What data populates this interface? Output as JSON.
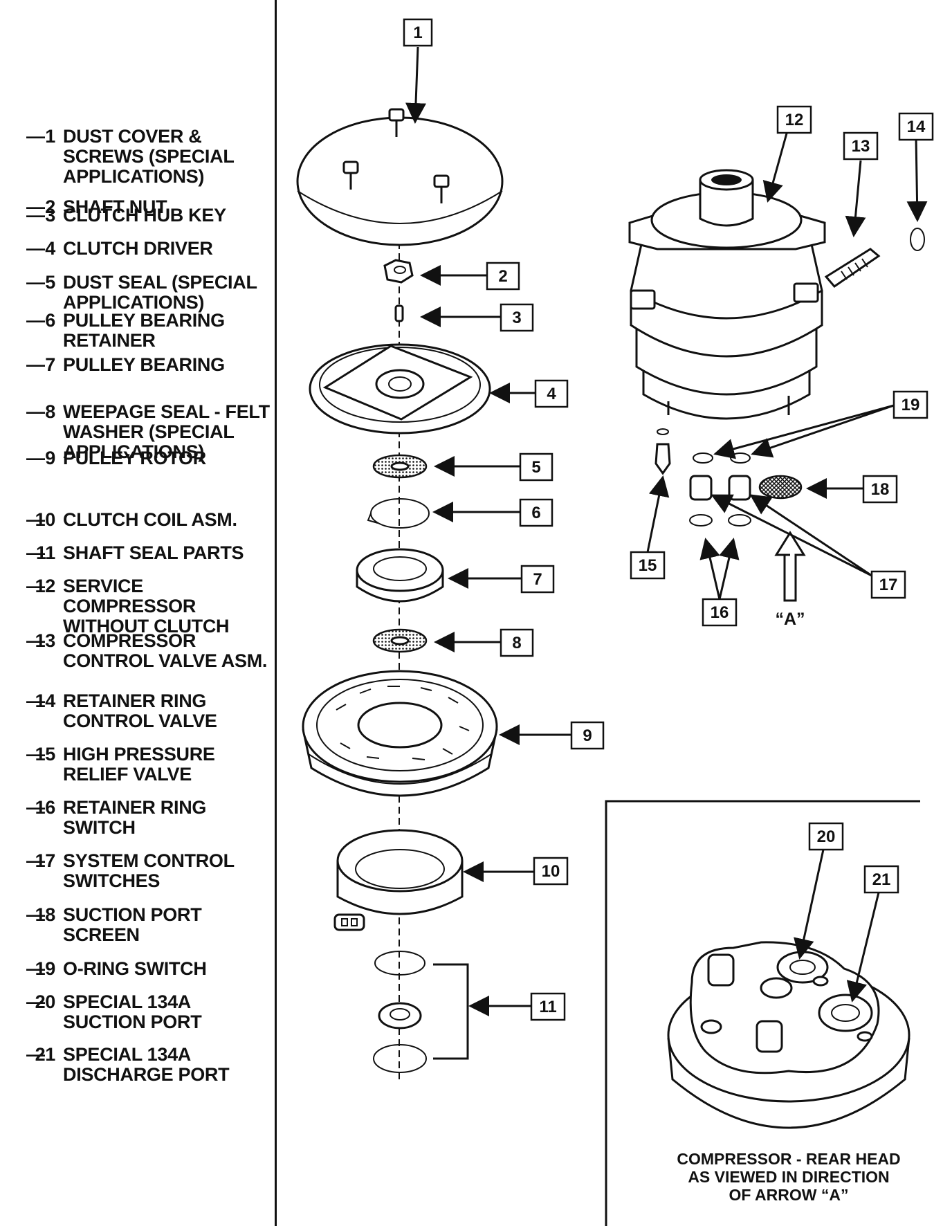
{
  "legend": [
    {
      "num": "1",
      "text": "DUST  COVER &\nSCREWS (SPECIAL\nAPPLICATIONS)"
    },
    {
      "num": "2",
      "text": "SHAFT NUT"
    },
    {
      "num": "3",
      "text": "CLUTCH HUB KEY"
    },
    {
      "num": "4",
      "text": "CLUTCH DRIVER"
    },
    {
      "num": "5",
      "text": "DUST SEAL (SPECIAL\nAPPLICATIONS)"
    },
    {
      "num": "6",
      "text": "PULLEY BEARING\nRETAINER"
    },
    {
      "num": "7",
      "text": "PULLEY BEARING"
    },
    {
      "num": "8",
      "text": "WEEPAGE SEAL - FELT\nWASHER (SPECIAL\nAPPLICATIONS)"
    },
    {
      "num": "9",
      "text": "PULLEY ROTOR"
    },
    {
      "num": "10",
      "text": "CLUTCH COIL ASM."
    },
    {
      "num": "11",
      "text": "SHAFT SEAL  PARTS"
    },
    {
      "num": "12",
      "text": "SERVICE\nCOMPRESSOR\nWITHOUT CLUTCH"
    },
    {
      "num": "13",
      "text": "COMPRESSOR\nCONTROL VALVE ASM."
    },
    {
      "num": "14",
      "text": "RETAINER RING\nCONTROL VALVE"
    },
    {
      "num": "15",
      "text": "HIGH PRESSURE\nRELIEF VALVE"
    },
    {
      "num": "16",
      "text": "RETAINER RING\nSWITCH"
    },
    {
      "num": "17",
      "text": "SYSTEM CONTROL\nSWITCHES"
    },
    {
      "num": "18",
      "text": "SUCTION PORT\nSCREEN"
    },
    {
      "num": "19",
      "text": "O-RING SWITCH"
    },
    {
      "num": "20",
      "text": "SPECIAL 134A\nSUCTION PORT"
    },
    {
      "num": "21",
      "text": "SPECIAL 134A\nDISCHARGE PORT"
    }
  ],
  "legend_dash": "—",
  "callouts": [
    "1",
    "2",
    "3",
    "4",
    "5",
    "6",
    "7",
    "8",
    "9",
    "10",
    "11",
    "12",
    "13",
    "14",
    "15",
    "16",
    "17",
    "18",
    "19",
    "20",
    "21"
  ],
  "arrow_a_label": "“A”",
  "inset_caption": "COMPRESSOR - REAR HEAD\nAS VIEWED IN DIRECTION\nOF ARROW “A”"
}
